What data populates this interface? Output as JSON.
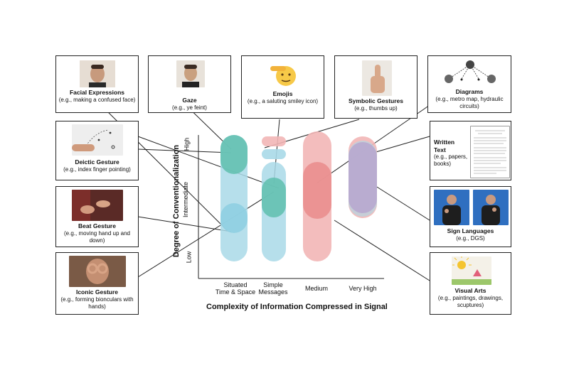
{
  "axes": {
    "x_title": "Complexity of Information Compressed in Signal",
    "y_title": "Degree of Conventionalization",
    "x_ticks": [
      "Situated\nTime & Space",
      "Simple\nMessages",
      "Medium",
      "Very High"
    ],
    "y_ticks": [
      "High",
      "Intermediate",
      "Low"
    ]
  },
  "colors": {
    "blue": "#a9d9e8",
    "teal": "#5fbfae",
    "pink": "#f2b6b6",
    "red": "#e98c8c",
    "purple": "#b7a9cf"
  },
  "cards": {
    "facial": {
      "title": "Facial Expressions",
      "sub": "(e.g., making a confused face)",
      "icon": "face-photo"
    },
    "gaze": {
      "title": "Gaze",
      "sub": "(e.g., ye feint)",
      "icon": "face-photo"
    },
    "emojis": {
      "title": "Emojis",
      "sub": "(e.g., a saluting smiley icon)",
      "icon": "saluting-emoji"
    },
    "symbolic": {
      "title": "Symbolic Gestures",
      "sub": "(e.g., thumbs up)",
      "icon": "thumbs-up-photo"
    },
    "diagrams": {
      "title": "Diagrams",
      "sub": "(e.g., metro map, hydraulic circuits)",
      "icon": "network-diagram"
    },
    "deictic": {
      "title": "Deictic Gesture",
      "sub": "(e.g., index finger pointing)",
      "icon": "pointing-photo"
    },
    "written": {
      "title": "Written Text",
      "sub": "(e.g., papers, books)",
      "icon": "paper-page"
    },
    "beat": {
      "title": "Beat Gesture",
      "sub": "(e.g., moving hand up and down)",
      "icon": "hands-photo"
    },
    "sign": {
      "title": "Sign Languages",
      "sub": "(e.g., DGS)",
      "icon": "signer-photo"
    },
    "iconic": {
      "title": "Iconic Gesture",
      "sub": "(e.g., forming bionculars with hands)",
      "icon": "binoculars-photo"
    },
    "visual": {
      "title": "Visual Arts",
      "sub": "(e.g., paintings, drawings, scuptures)",
      "icon": "sun-painting"
    }
  }
}
